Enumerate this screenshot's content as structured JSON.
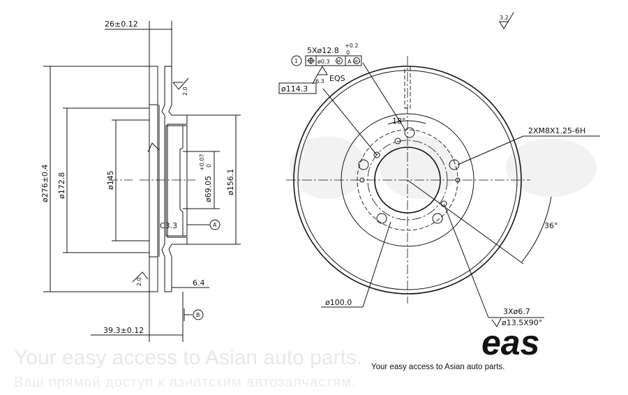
{
  "watermark": {
    "line1": "Your easy access to Asian auto parts.",
    "line2": "Ваш прямой доступ к азиатским автозапчастям.",
    "logo": "eas"
  },
  "side_view": {
    "dim_thickness": "26±0.12",
    "dim_outer_dia": "ø276±0.4",
    "dim_172": "ø172.8",
    "dim_145": "ø145",
    "dim_bore": "ø69.05",
    "dim_bore_tol_upper": "+0.07",
    "dim_bore_tol_lower": "0",
    "dim_hat": "ø156.1",
    "chamfer": "C3.3",
    "datum_a": "A",
    "datum_b": "B",
    "roughness_top": "2.0",
    "roughness_bottom": "2.0",
    "dim_64": "6.4",
    "dim_height": "39.3±0.12"
  },
  "front_view": {
    "holes_callout": "5Xø12.8",
    "holes_tol_upper": "+0.2",
    "holes_tol_lower": "0",
    "fcf_tolerance": "ø0.3",
    "fcf_mod": "M",
    "fcf_datum": "A",
    "fcf_datum_mod": "M",
    "note_number": "1",
    "roughness_63": "6.3",
    "eqs": "EQS",
    "bolt_circle": "ø114.3",
    "angle_18": "18°",
    "thread_callout": "2XM8X1.25-6H",
    "angle_36": "36°",
    "dia_100": "ø100.0",
    "csk_holes": "3Xø6.7",
    "csk_spec": "ø13.5X90°",
    "general_roughness": "3.2"
  },
  "logo": {
    "text": "eas",
    "tagline": "Your easy access to Asian auto parts."
  }
}
